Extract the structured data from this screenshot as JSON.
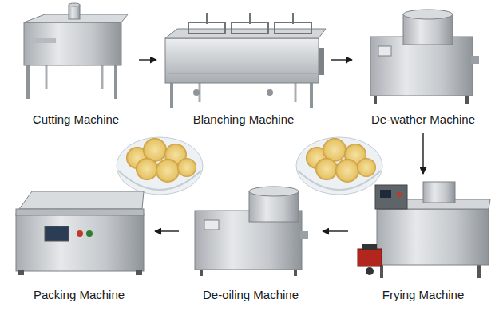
{
  "diagram": {
    "nodes": [
      {
        "text": [
          "Cutting Machine"
        ]
      },
      {
        "text": [
          "Blanching Machine"
        ]
      },
      {
        "text": [
          "De-wather Machine"
        ]
      },
      {
        "text": [
          "Frying Machine"
        ]
      },
      {
        "text": [
          "De-oiling Machine"
        ]
      },
      {
        "text": [
          "Packing Machine"
        ]
      }
    ],
    "edges": [
      {
        "from": 0,
        "to": 1,
        "arrow": "to"
      },
      {
        "from": 1,
        "to": 2,
        "arrow": "to"
      },
      {
        "from": 2,
        "to": 3,
        "arrow": "to"
      },
      {
        "from": 3,
        "to": 4,
        "arrow": "to"
      },
      {
        "from": 4,
        "to": 5,
        "arrow": "to"
      }
    ]
  }
}
